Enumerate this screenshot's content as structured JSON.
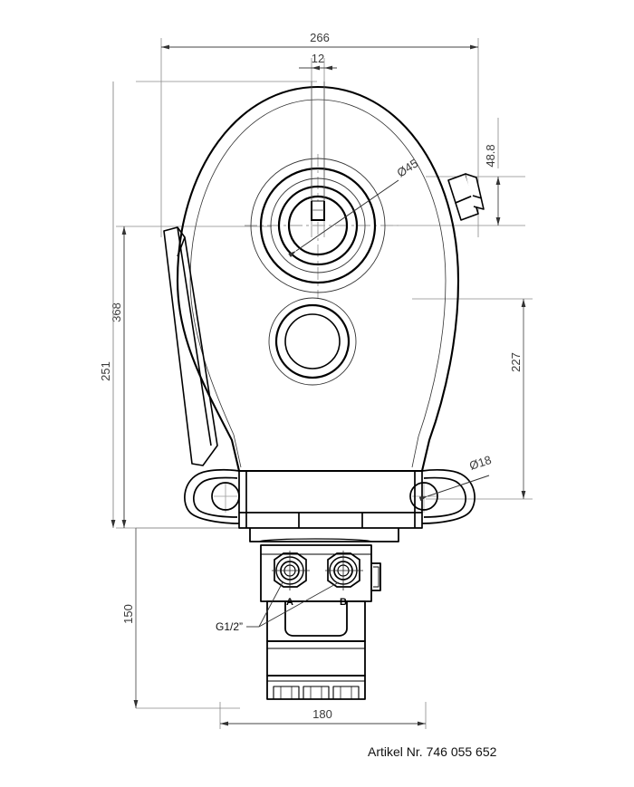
{
  "drawing": {
    "title_text": "Artikel Nr. 746 055 652",
    "article_label": "Artikel Nr.",
    "article_number": "746 055 652",
    "background_color": "#ffffff",
    "line_color": "#000000",
    "dimension_line_color": "#555555",
    "centerline_color": "#888888"
  },
  "dimensions": {
    "overall_width_top": "266",
    "keyway_width": "12",
    "right_upper_offset": "48.8",
    "right_lower_height": "227",
    "left_inner_height": "368",
    "left_outer_height": "251",
    "motor_height": "150",
    "motor_width": "180"
  },
  "diameters": {
    "shaft_bore": "Ø45",
    "mounting_hole": "Ø18"
  },
  "ports": {
    "port_a_label": "A",
    "port_b_label": "B",
    "thread_spec": "G1/2”"
  },
  "icons": {
    "arrow": "dimension-arrow-icon",
    "centermark": "center-mark-icon"
  }
}
